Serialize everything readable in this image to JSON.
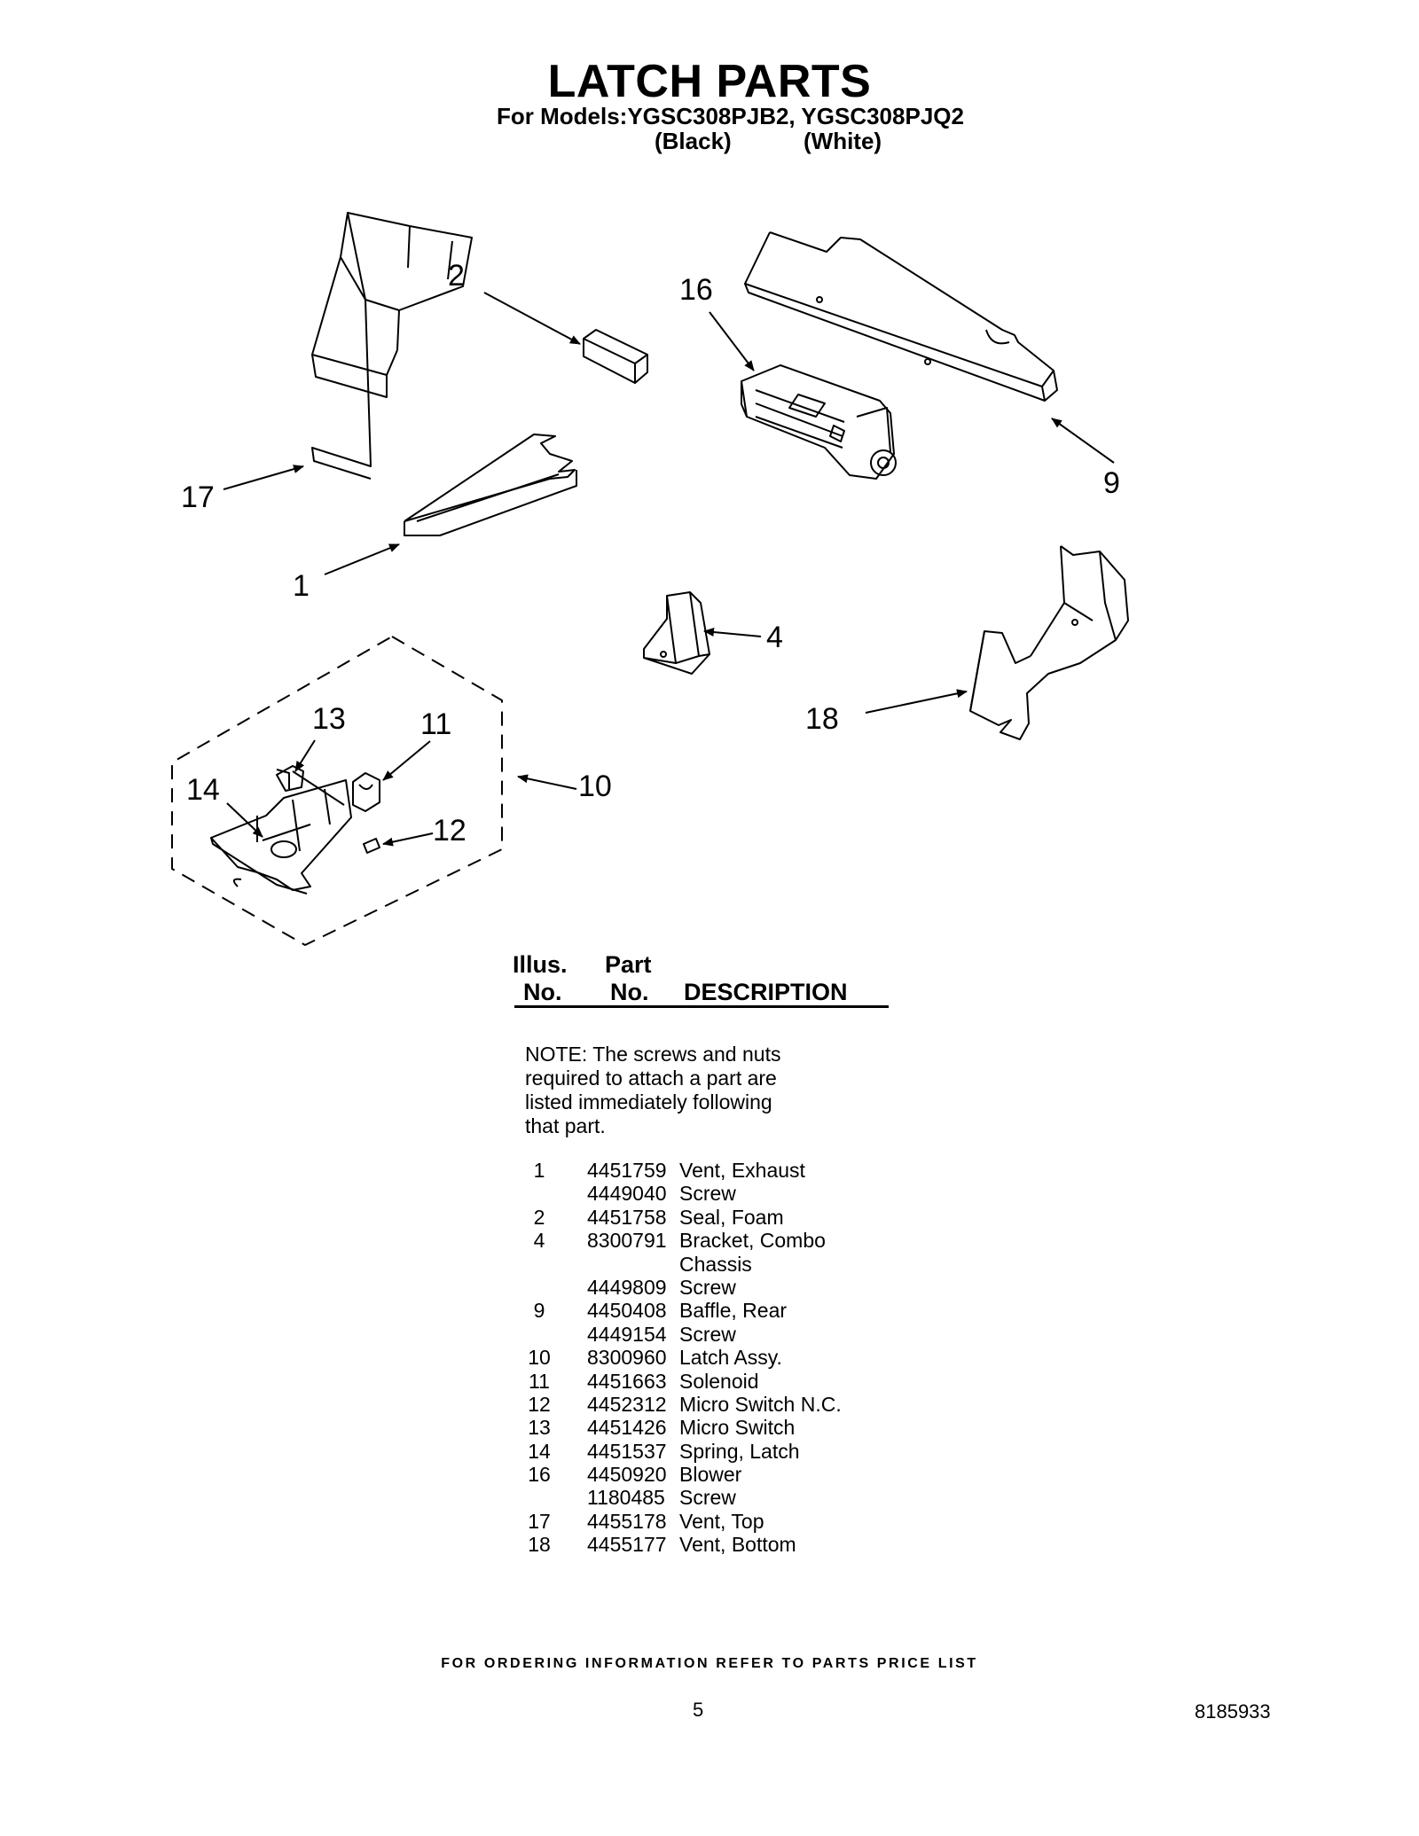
{
  "header": {
    "title": "LATCH PARTS",
    "models_line": "For Models:YGSC308PJB2, YGSC308PJQ2",
    "variant_black": "(Black)",
    "variant_white": "(White)"
  },
  "diagram": {
    "callouts": [
      "2",
      "16",
      "17",
      "9",
      "1",
      "4",
      "13",
      "11",
      "18",
      "14",
      "10",
      "12"
    ]
  },
  "table": {
    "col1_line1": "Illus.",
    "col1_line2": "No.",
    "col2_line1": "Part",
    "col2_line2": "No.",
    "col3": "DESCRIPTION",
    "note": "NOTE: The screws and nuts\nrequired to attach a part are\nlisted immediately following\n that part.",
    "rows": [
      {
        "illus": "1",
        "part": "4451759",
        "desc": "Vent, Exhaust"
      },
      {
        "illus": "",
        "part": "4449040",
        "desc": "Screw"
      },
      {
        "illus": "2",
        "part": "4451758",
        "desc": "Seal, Foam"
      },
      {
        "illus": "4",
        "part": "8300791",
        "desc": "Bracket, Combo"
      },
      {
        "illus": "",
        "part": "",
        "desc": "Chassis"
      },
      {
        "illus": "",
        "part": "4449809",
        "desc": "Screw"
      },
      {
        "illus": "9",
        "part": "4450408",
        "desc": "Baffle, Rear"
      },
      {
        "illus": "",
        "part": "4449154",
        "desc": "Screw"
      },
      {
        "illus": "10",
        "part": "8300960",
        "desc": "Latch Assy."
      },
      {
        "illus": "11",
        "part": "4451663",
        "desc": "Solenoid"
      },
      {
        "illus": "12",
        "part": "4452312",
        "desc": "Micro Switch N.C."
      },
      {
        "illus": "13",
        "part": "4451426",
        "desc": "Micro Switch"
      },
      {
        "illus": "14",
        "part": "4451537",
        "desc": "Spring, Latch"
      },
      {
        "illus": "16",
        "part": "4450920",
        "desc": "Blower"
      },
      {
        "illus": "",
        "part": "1180485",
        "desc": "Screw"
      },
      {
        "illus": "17",
        "part": "4455178",
        "desc": "Vent, Top"
      },
      {
        "illus": "18",
        "part": "4455177",
        "desc": "Vent, Bottom"
      }
    ]
  },
  "footer": {
    "ordering": "FOR ORDERING INFORMATION REFER TO PARTS PRICE LIST",
    "page_number": "5",
    "doc_number": "8185933"
  }
}
